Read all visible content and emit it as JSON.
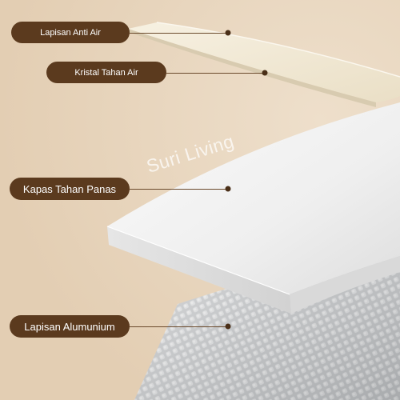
{
  "labels": {
    "top_layer": "Lapisan Anti Air",
    "crystal_layer": "Kristal Tahan Air",
    "foam_layer": "Kapas Tahan Panas",
    "foil_layer": "Lapisan Alumunium"
  },
  "watermark": "Suri Living",
  "colors": {
    "background": "#e8d5bd",
    "label_pill": "#5b3a1e",
    "label_text": "#ffffff",
    "cream_layer": "#f1e8d2",
    "foam_layer": "#f2f2f2",
    "foil_layer": "#cfd1d3"
  }
}
